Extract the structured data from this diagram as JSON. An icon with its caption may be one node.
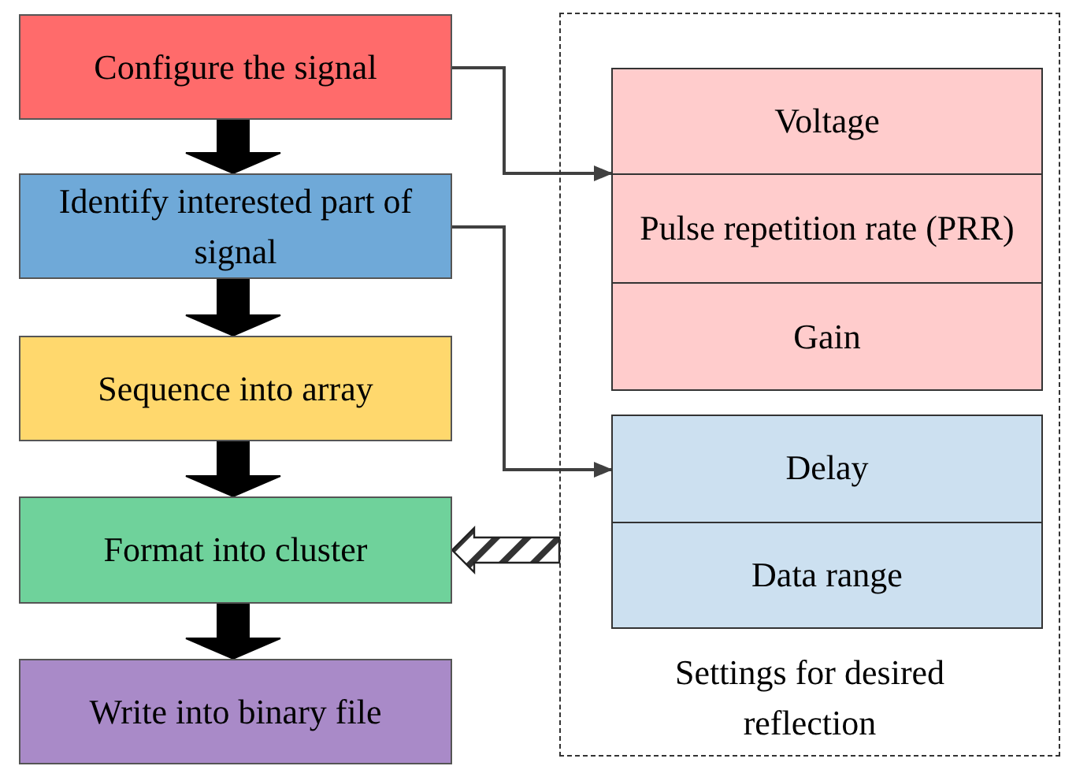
{
  "diagram": {
    "nodes": [
      {
        "text": [
          "Configure the signal"
        ]
      },
      {
        "text": [
          "Identify interested part of signal"
        ]
      },
      {
        "text": [
          "Sequence into array"
        ]
      },
      {
        "text": [
          "Format into cluster"
        ]
      },
      {
        "text": [
          "Write into binary file"
        ]
      },
      {
        "text": [
          "Settings for desired reflection"
        ]
      },
      {
        "text": [],
        "shape": "box",
        "in": 5
      },
      {
        "text": [
          "Voltage"
        ],
        "in": 6
      },
      {
        "text": [
          "Pulse repetition rate (PRR)"
        ],
        "in": 6
      },
      {
        "text": [
          "Gain"
        ],
        "in": 6
      },
      {
        "text": [],
        "shape": "box",
        "in": 5
      },
      {
        "text": [
          "Delay"
        ],
        "in": 10
      },
      {
        "text": [
          "Data range"
        ],
        "in": 10
      }
    ],
    "edges": [
      {
        "from": 0,
        "to": 1,
        "arrow": "to",
        "style": "thick",
        "color": "#000000"
      },
      {
        "from": 1,
        "to": 2,
        "arrow": "to",
        "style": "thick",
        "color": "#000000"
      },
      {
        "from": 2,
        "to": 3,
        "arrow": "to",
        "style": "thick",
        "color": "#000000"
      },
      {
        "from": 3,
        "to": 4,
        "arrow": "to",
        "style": "thick",
        "color": "#000000"
      },
      {
        "from": 0,
        "to": 6,
        "arrow": "to"
      },
      {
        "from": 1,
        "to": 10,
        "arrow": "to"
      },
      {
        "from": 5,
        "to": 3,
        "arrow": "to",
        "style": "thick"
      }
    ]
  }
}
